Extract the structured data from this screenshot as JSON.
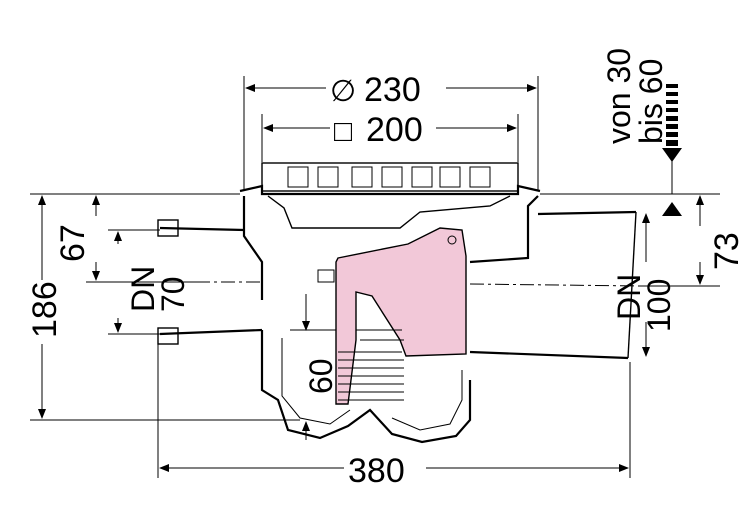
{
  "dimensions": {
    "diameter_symbol": "∅",
    "diameter_value": "230",
    "square_symbol": "□",
    "square_value": "200",
    "range_line1": "von 30",
    "range_line2": "bis 60",
    "left_height": "186",
    "top_depth": "67",
    "inlet_dn_label": "DN",
    "inlet_dn_value": "70",
    "outlet_dn_label": "DN",
    "outlet_dn_value": "100",
    "right_offset": "73",
    "seal_height": "60",
    "overall_length": "380"
  },
  "colors": {
    "insert_fill": "#f2c8d8",
    "line": "#000000",
    "background": "#ffffff"
  }
}
